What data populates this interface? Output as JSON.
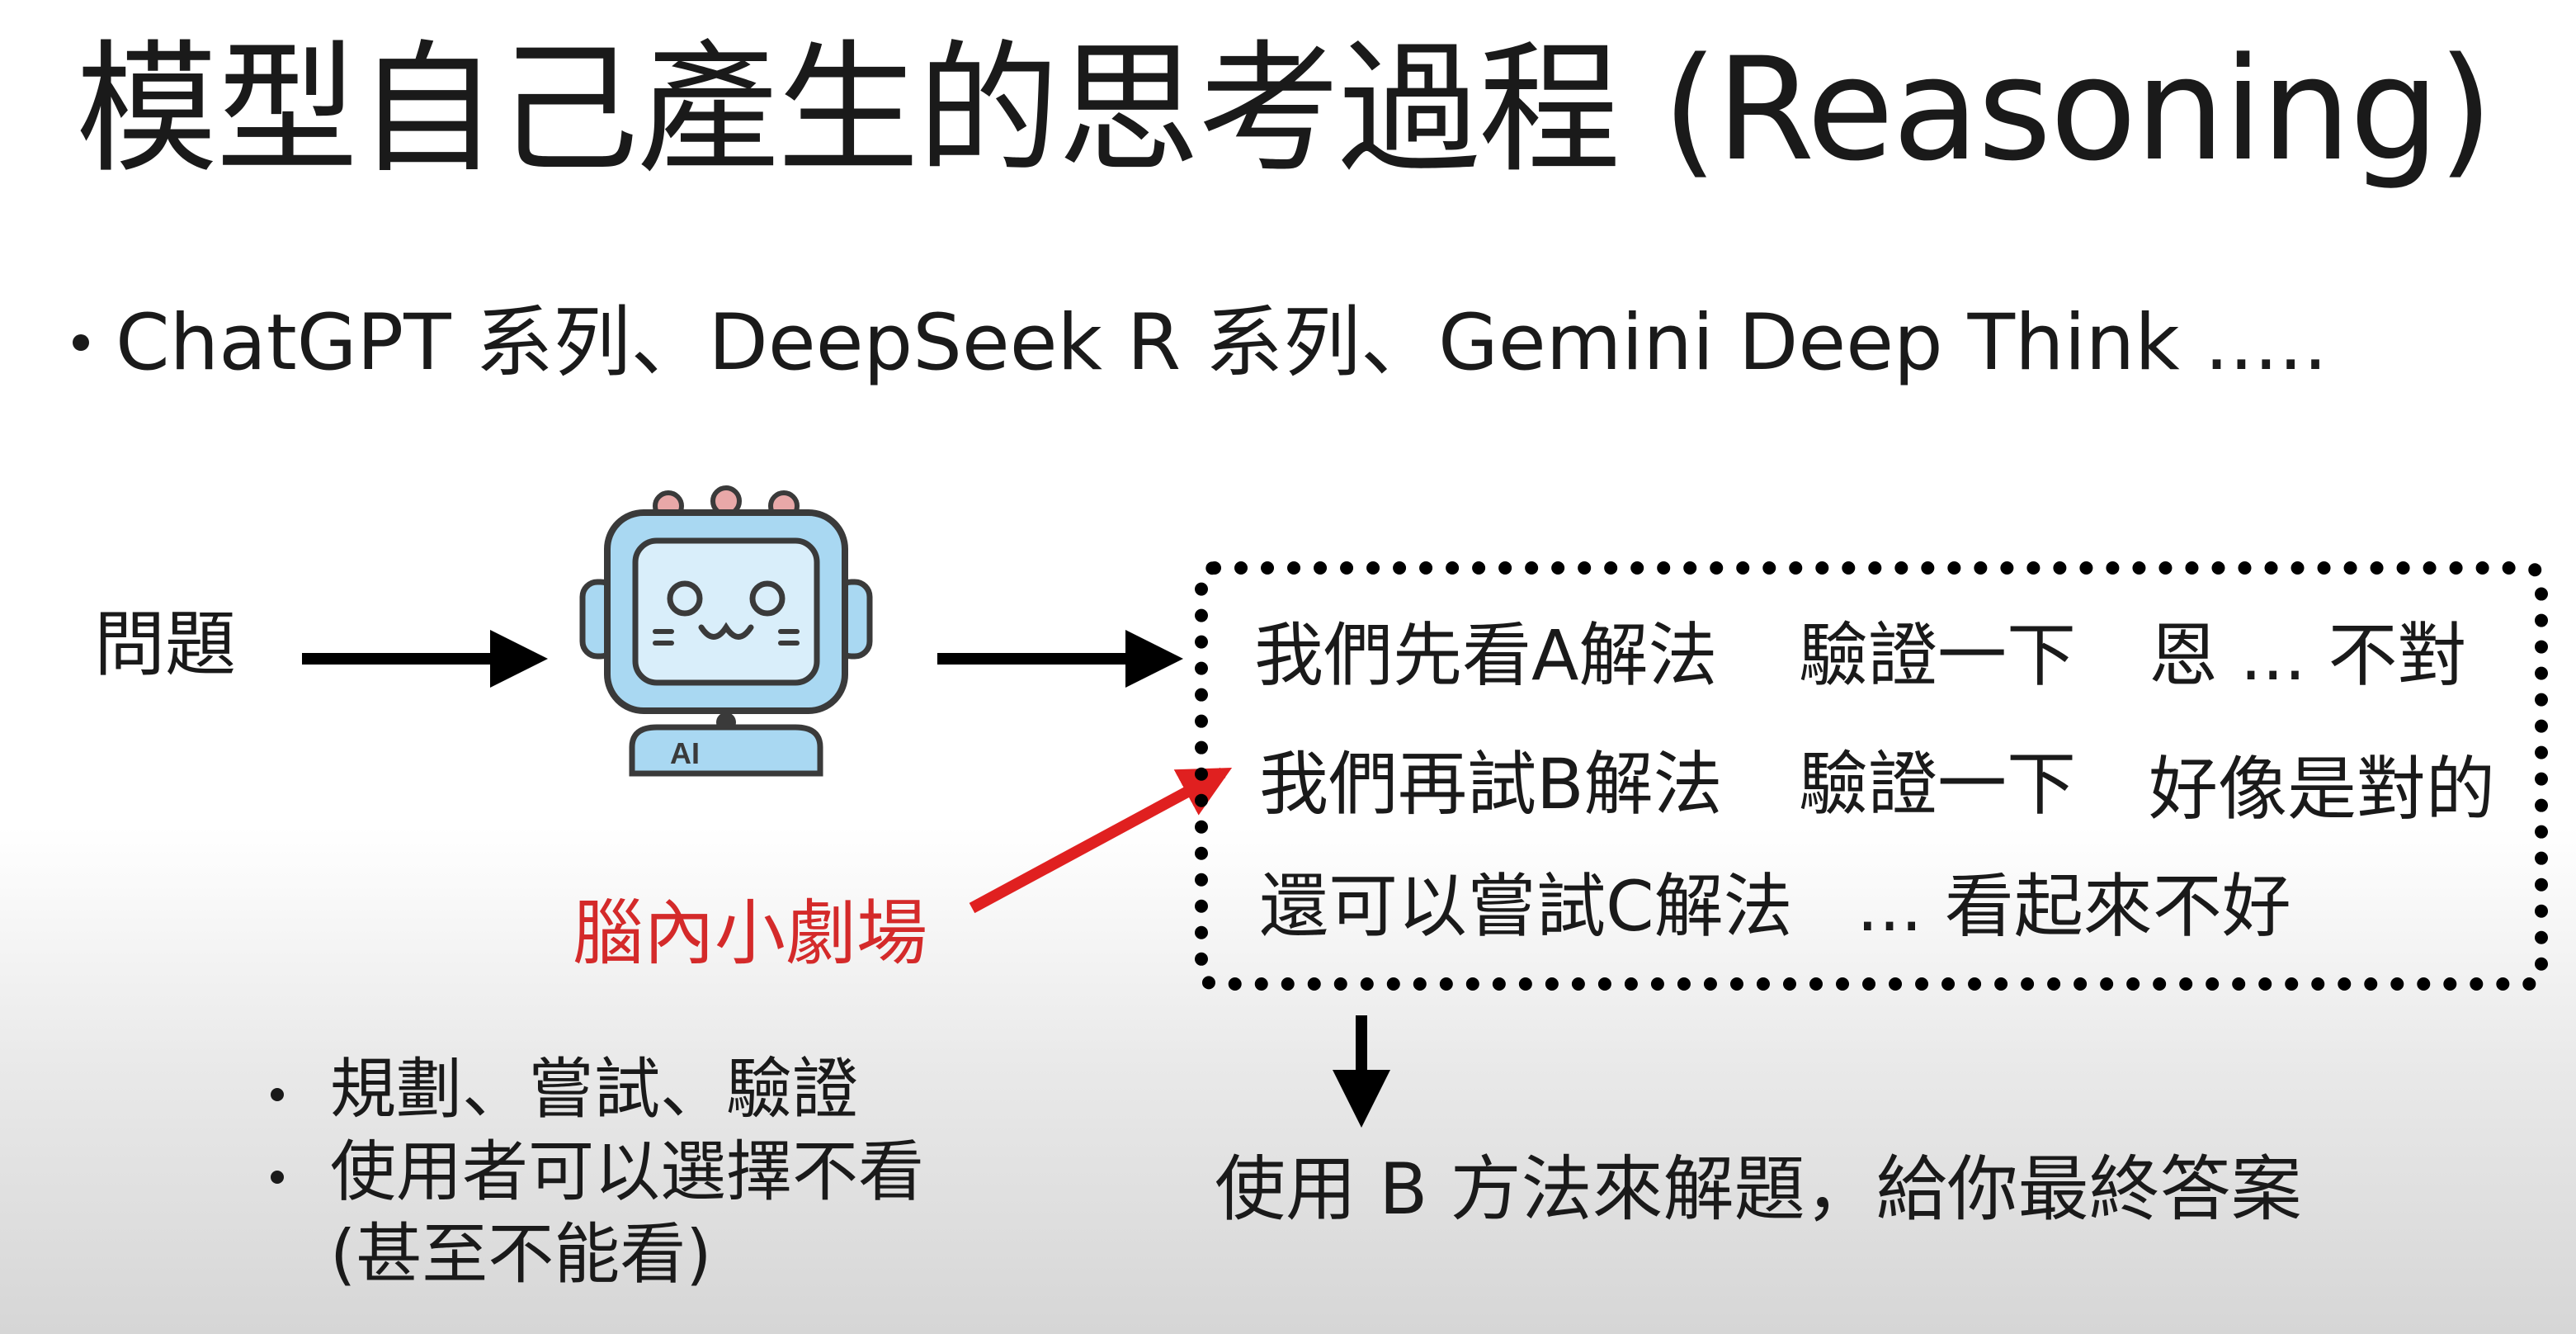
{
  "title": "模型自己產生的思考過程 (Reasoning)",
  "bullet": "ChatGPT 系列、DeepSeek R 系列、Gemini Deep Think  .....",
  "flow": {
    "input_label": "問題",
    "robot_badge": "AI",
    "brain_label": "腦內小劇場",
    "thoughts": [
      [
        "我們先看A解法",
        "驗證一下",
        "恩 ... 不對"
      ],
      [
        "我們再試B解法",
        "驗證一下",
        "好像是對的"
      ],
      [
        "還可以嘗試C解法",
        "... 看起來不好"
      ]
    ],
    "final_answer": "使用 B 方法來解題，給你最終答案"
  },
  "notes": [
    "規劃、嘗試、驗證",
    "使用者可以選擇不看",
    "(甚至不能看)"
  ],
  "colors": {
    "accent_red": "#d42a2a",
    "robot_screen": "#a9d8f2",
    "robot_face": "#d9eefa",
    "robot_dark": "#3a3a3a"
  }
}
